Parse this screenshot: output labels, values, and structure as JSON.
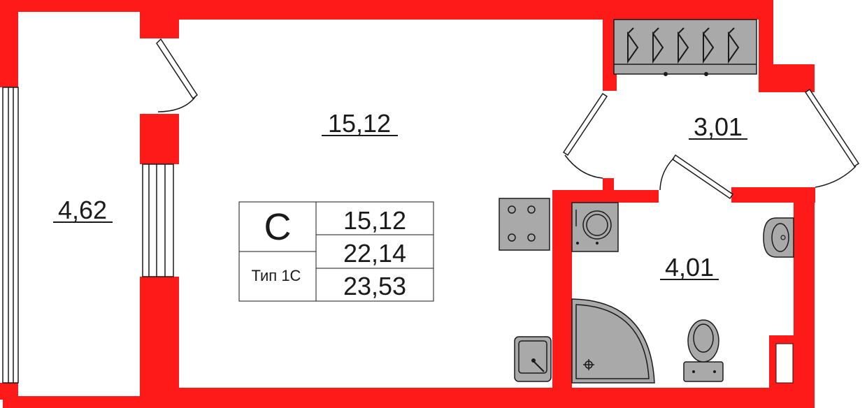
{
  "rooms": {
    "main_room_area": "15,12",
    "balcony_area": "4,62",
    "hallway_area": "3,01",
    "bathroom_area": "4,01"
  },
  "apartment_info": {
    "type_letter": "С",
    "type_name": "Тип 1С",
    "living_area": "15,12",
    "total_area": "22,14",
    "area_with_balcony": "23,53"
  },
  "colors": {
    "wall": "#ff1a1a",
    "fixture_fill": "#a9a9a9",
    "line": "#1a1a1a",
    "background": "#ffffff"
  },
  "icons": [
    "wardrobe-icon",
    "hanger-icon",
    "stove-icon",
    "kitchen-sink-icon",
    "washing-machine-icon",
    "washbasin-icon",
    "shower-cabin-icon",
    "toilet-icon",
    "door-swing-icon",
    "window-icon"
  ]
}
